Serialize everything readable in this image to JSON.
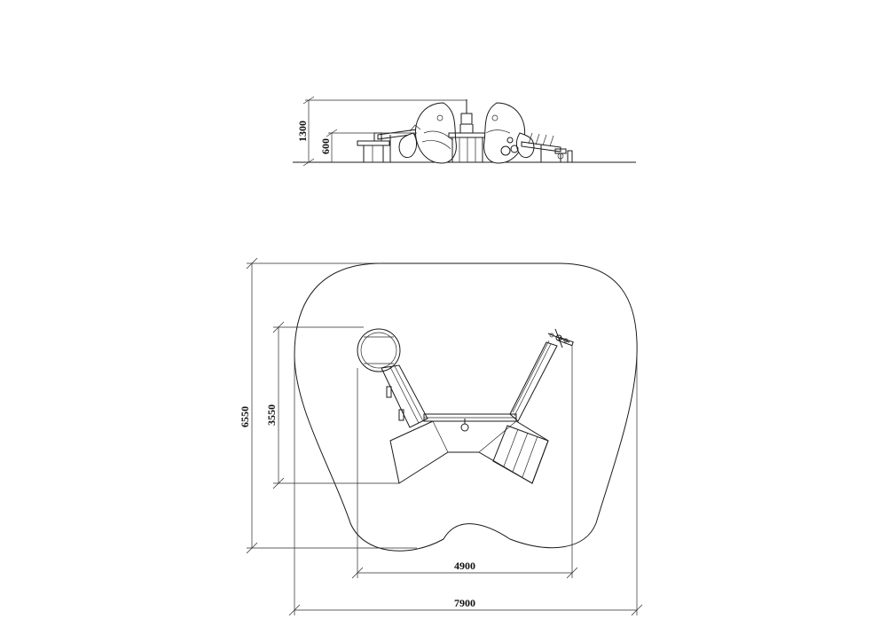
{
  "elevation": {
    "dim_total_height": "1300",
    "dim_platform_height": "600"
  },
  "plan": {
    "dim_depth_outer": "6550",
    "dim_depth_inner": "3550",
    "dim_width_inner": "4900",
    "dim_width_outer": "7900"
  }
}
